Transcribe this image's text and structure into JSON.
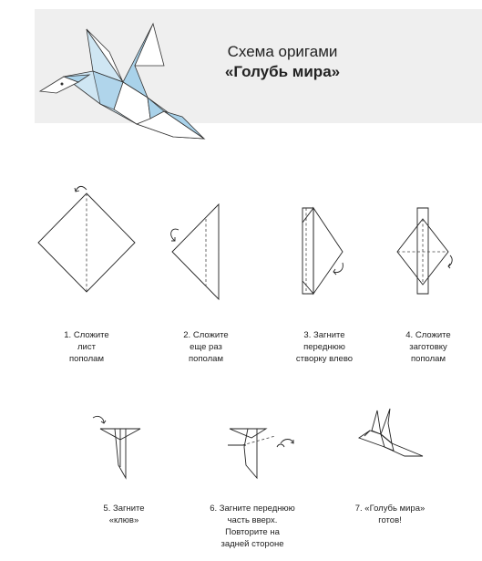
{
  "header": {
    "title_line1": "Схема оригами",
    "title_line2": "«Голубь мира»"
  },
  "steps": [
    {
      "caption": "1. Сложите\nлист\nпополам"
    },
    {
      "caption": "2. Сложите\nеще раз\nпополам"
    },
    {
      "caption": "3. Загните\nпереднюю\nстворку влево"
    },
    {
      "caption": "4. Сложите\nзаготовку\nпополам"
    },
    {
      "caption": "5. Загните\n«клюв»"
    },
    {
      "caption": "6. Загните переднюю\nчасть вверх.\nПовторите на\nзадней стороне"
    },
    {
      "caption": "7. «Голубь мира»\nготов!"
    }
  ],
  "colors": {
    "header_bg": "#efefef",
    "dove_light_blue": "#cfe6f3",
    "dove_blue": "#a9d2ea",
    "line": "#222222"
  }
}
